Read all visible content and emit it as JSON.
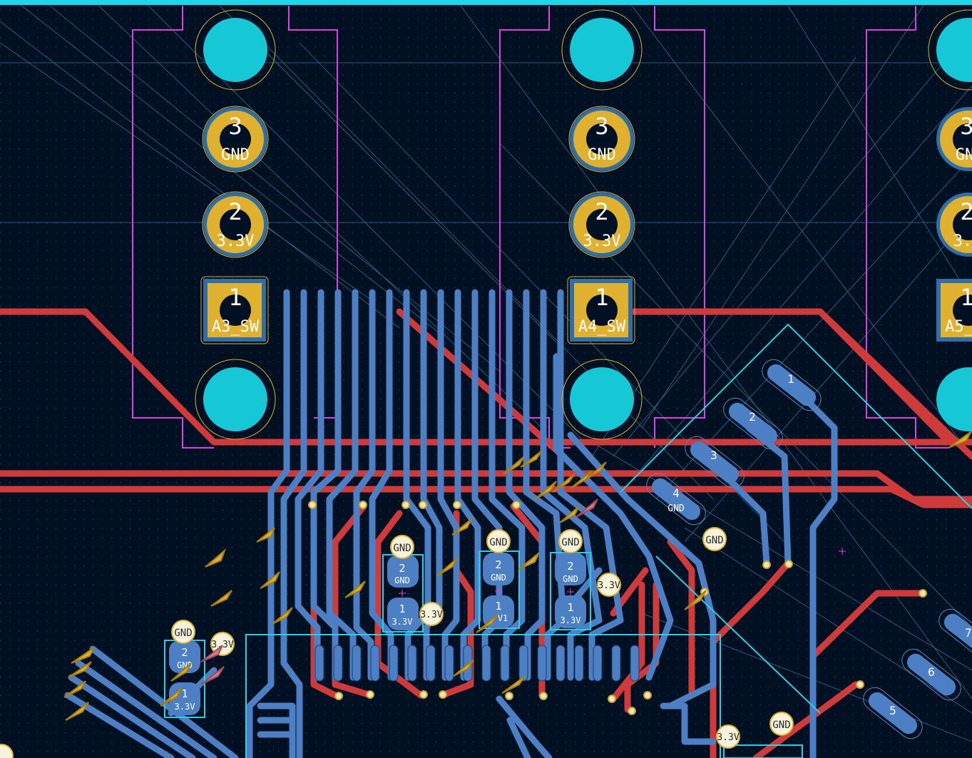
{
  "colors": {
    "background": "#001023",
    "grid": "#1f3a52",
    "front_copper": "#d13a3a",
    "back_copper": "#4d7fc4",
    "pad": "#e0b12e",
    "npth": "#16c8d6",
    "courtyard": "#e040e0",
    "fab_outline": "#22d3e6",
    "ratsnest": "#5bb8d8",
    "top_bar": "#1fd6e8"
  },
  "switches": [
    {
      "ref_pin1": "1",
      "net1": "A3_SW",
      "pin2": "2",
      "net2": "3.3V",
      "pin3": "3",
      "net3": "GND"
    },
    {
      "ref_pin1": "1",
      "net1": "A4_SW",
      "pin2": "2",
      "net2": "3.3V",
      "pin3": "3",
      "net3": "GND"
    },
    {
      "ref_pin1": "1",
      "net1": "A5_",
      "pin2": "2",
      "net2": "3.",
      "pin3": "3",
      "net3": "GN"
    }
  ],
  "caps": [
    {
      "pin2": "2",
      "net2": "GND",
      "pin1": "1",
      "net1": "3.3V"
    },
    {
      "pin2": "2",
      "net2": "GND",
      "pin1": "1",
      "net1": "3.3V"
    },
    {
      "pin2": "2",
      "net2": "GND",
      "pin1": "1",
      "net1": "V1"
    },
    {
      "pin2": "2",
      "net2": "GND",
      "pin1": "1",
      "net1": "3.3V"
    }
  ],
  "connector_pins": [
    {
      "num": "1",
      "net": ""
    },
    {
      "num": "2",
      "net": ""
    },
    {
      "num": "3",
      "net": ""
    },
    {
      "num": "4",
      "net": "GND"
    },
    {
      "num": "5",
      "net": ""
    },
    {
      "num": "6",
      "net": ""
    },
    {
      "num": "7",
      "net": ""
    }
  ],
  "via_labels": {
    "gnd": "GND",
    "v33": "3.3V"
  }
}
